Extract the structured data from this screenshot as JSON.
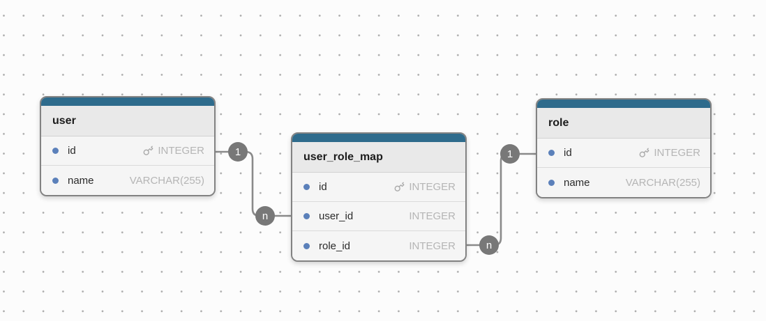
{
  "diagram": {
    "tables": [
      {
        "name": "user",
        "fields": [
          {
            "name": "id",
            "type": "INTEGER",
            "pk": true
          },
          {
            "name": "name",
            "type": "VARCHAR(255)",
            "pk": false
          }
        ]
      },
      {
        "name": "user_role_map",
        "fields": [
          {
            "name": "id",
            "type": "INTEGER",
            "pk": true
          },
          {
            "name": "user_id",
            "type": "INTEGER",
            "pk": false
          },
          {
            "name": "role_id",
            "type": "INTEGER",
            "pk": false
          }
        ]
      },
      {
        "name": "role",
        "fields": [
          {
            "name": "id",
            "type": "INTEGER",
            "pk": true
          },
          {
            "name": "name",
            "type": "VARCHAR(255)",
            "pk": false
          }
        ]
      }
    ],
    "relationships": [
      {
        "from_table": "user",
        "from_field": "id",
        "to_table": "user_role_map",
        "to_field": "user_id",
        "from_cardinality": "1",
        "to_cardinality": "n"
      },
      {
        "from_table": "role",
        "from_field": "id",
        "to_table": "user_role_map",
        "to_field": "role_id",
        "from_cardinality": "1",
        "to_cardinality": "n"
      }
    ],
    "icons": {
      "primary_key": "key-icon",
      "field_marker": "field-dot-icon"
    },
    "colors": {
      "table_accent": "#2e6b8c",
      "field_dot": "#5b80ba",
      "connector": "#8a8a8a",
      "cardinality_badge": "#787878",
      "canvas_background": "#fcfcfc",
      "grid_dot": "#a9a9a9"
    }
  }
}
